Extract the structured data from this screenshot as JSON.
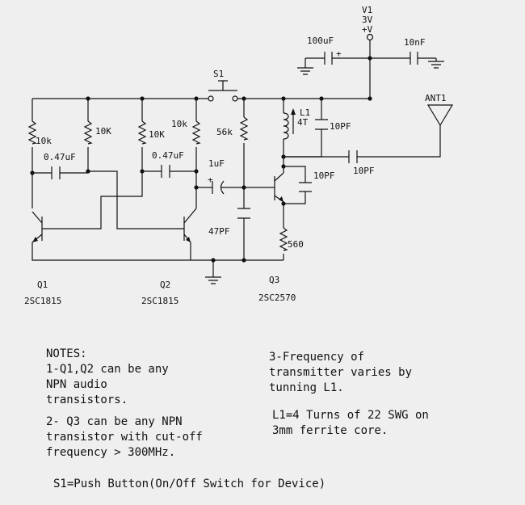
{
  "labels": {
    "v1": "V1",
    "v1_voltage": "3V",
    "v1_plus": "+V",
    "c_100uf": "100uF",
    "c_10nf": "10nF",
    "s1": "S1",
    "l1": "L1",
    "l1_turns": "4T",
    "c_10pf_tank": "10PF",
    "ant1": "ANT1",
    "c_10pf_ant": "10PF",
    "c_10pf_ce": "10PF",
    "r_10k_a": "10k",
    "r_10k_b": "10K",
    "r_10k_c": "10K",
    "r_10k_d": "10k",
    "c_047_a": "0.47uF",
    "c_047_b": "0.47uF",
    "c_1uf": "1uF",
    "r_56k": "56k",
    "c_47pf": "47PF",
    "r_560": "560",
    "plus": "+",
    "q1": "Q1",
    "q1_part": "2SC1815",
    "q2": "Q2",
    "q2_part": "2SC1815",
    "q3": "Q3",
    "q3_part": "2SC2570"
  },
  "notes": {
    "left": "NOTES:\n1-Q1,Q2 can be any\nNPN audio\ntransistors.",
    "left2": "2- Q3 can be any NPN\ntransistor with cut-off\nfrequency > 300MHz.",
    "right": "3-Frequency of\ntransmitter varies by\ntunning L1.",
    "right2": "L1=4 Turns of 22 SWG on\n3mm ferrite core.",
    "bottom": "S1=Push Button(On/Off Switch for Device)"
  }
}
